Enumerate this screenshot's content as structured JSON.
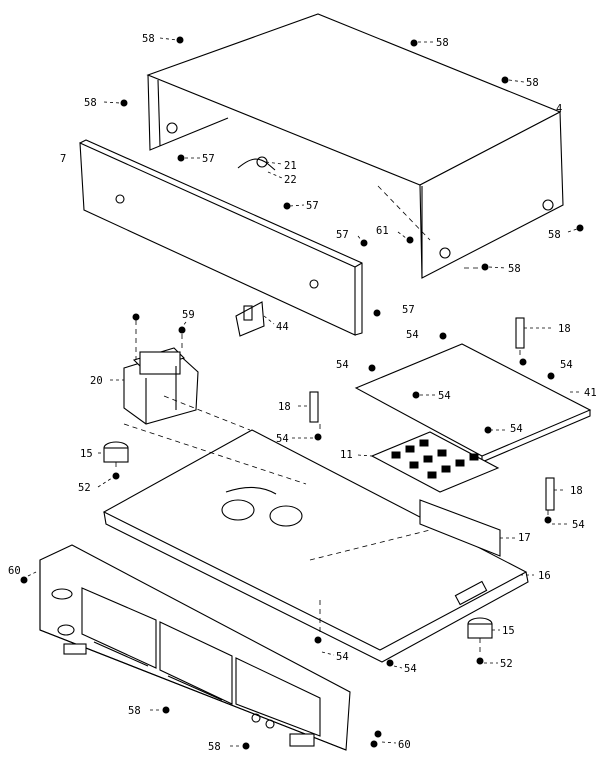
{
  "diagram": {
    "callouts": [
      {
        "id": "c58a",
        "text": "58"
      },
      {
        "id": "c58b",
        "text": "58"
      },
      {
        "id": "c58c",
        "text": "58"
      },
      {
        "id": "c58d",
        "text": "58"
      },
      {
        "id": "c4",
        "text": "4"
      },
      {
        "id": "c7",
        "text": "7"
      },
      {
        "id": "c57a",
        "text": "57"
      },
      {
        "id": "c21",
        "text": "21"
      },
      {
        "id": "c22",
        "text": "22"
      },
      {
        "id": "c57b",
        "text": "57"
      },
      {
        "id": "c57c",
        "text": "57"
      },
      {
        "id": "c61",
        "text": "61"
      },
      {
        "id": "c58e",
        "text": "58"
      },
      {
        "id": "c58f",
        "text": "58"
      },
      {
        "id": "c57d",
        "text": "57"
      },
      {
        "id": "c44",
        "text": "44"
      },
      {
        "id": "c59",
        "text": "59"
      },
      {
        "id": "c20",
        "text": "20"
      },
      {
        "id": "c54a",
        "text": "54"
      },
      {
        "id": "c18a",
        "text": "18"
      },
      {
        "id": "c54b",
        "text": "54"
      },
      {
        "id": "c54c",
        "text": "54"
      },
      {
        "id": "c41",
        "text": "41"
      },
      {
        "id": "c54d",
        "text": "54"
      },
      {
        "id": "c18b",
        "text": "18"
      },
      {
        "id": "c54e",
        "text": "54"
      },
      {
        "id": "c54f",
        "text": "54"
      },
      {
        "id": "c15a",
        "text": "15"
      },
      {
        "id": "c52a",
        "text": "52"
      },
      {
        "id": "c11",
        "text": "11"
      },
      {
        "id": "c18c",
        "text": "18"
      },
      {
        "id": "c17",
        "text": "17"
      },
      {
        "id": "c54g",
        "text": "54"
      },
      {
        "id": "c60a",
        "text": "60"
      },
      {
        "id": "c16",
        "text": "16"
      },
      {
        "id": "c15b",
        "text": "15"
      },
      {
        "id": "c54h",
        "text": "54"
      },
      {
        "id": "c54i",
        "text": "54"
      },
      {
        "id": "c52b",
        "text": "52"
      },
      {
        "id": "c58g",
        "text": "58"
      },
      {
        "id": "c58h",
        "text": "58"
      },
      {
        "id": "c60b",
        "text": "60"
      }
    ]
  }
}
